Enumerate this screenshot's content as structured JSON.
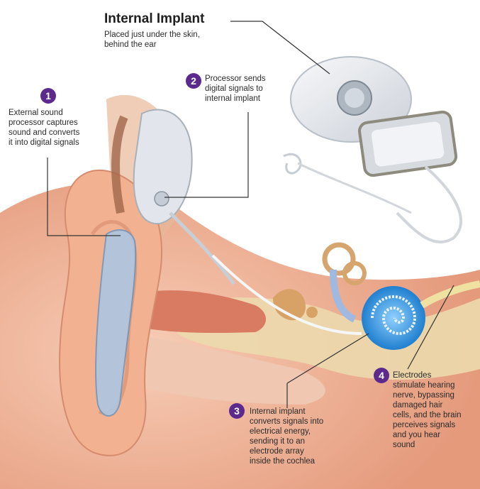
{
  "implant": {
    "title": "Internal Implant",
    "desc": [
      "Placed just under the skin,",
      "behind the ear"
    ]
  },
  "steps": [
    {
      "number": "1",
      "lines": [
        "External sound",
        "processor captures",
        "sound and converts",
        "it into digital signals"
      ]
    },
    {
      "number": "2",
      "lines": [
        "Processor sends",
        "digital signals to",
        "internal implant"
      ]
    },
    {
      "number": "3",
      "lines": [
        "Internal implant",
        "converts signals into",
        "electrical energy,",
        "sending it to an",
        "electrode array",
        "inside the cochlea"
      ]
    },
    {
      "number": "4",
      "lines": [
        "Electrodes",
        "stimulate hearing",
        "nerve, bypassing",
        "damaged hair",
        "cells, and the brain",
        "perceives signals",
        "and you hear",
        "sound"
      ]
    }
  ],
  "colors": {
    "badge": "#5b2a8c",
    "skin": "#f2b99c",
    "cochlea": "#3a9be0",
    "processor": "#dfe4ea",
    "bone": "#e9d6a8"
  }
}
